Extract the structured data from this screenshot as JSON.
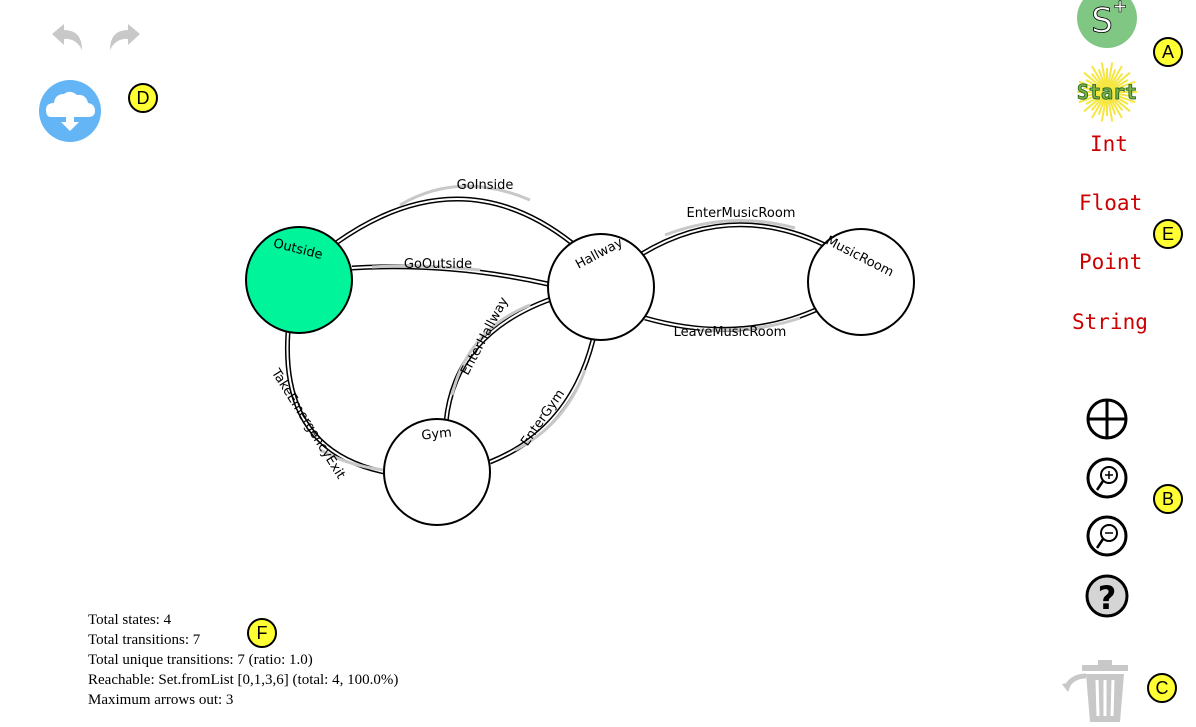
{
  "toolbar_left": {
    "undo_icon": "undo-arrow-icon",
    "redo_icon": "redo-arrow-icon",
    "save_icon": "cloud-download-icon",
    "save_color": "#64b5f6"
  },
  "toolbar_right": {
    "add_state_label": "S",
    "add_state_sup": "+",
    "add_state_color": "#81c784",
    "start_label": "Start",
    "types": [
      "Int",
      "Float",
      "Point",
      "String"
    ],
    "type_color": "#cc0000",
    "zoom_tools": [
      "crosshair-icon",
      "zoom-in-icon",
      "zoom-out-icon",
      "help-icon"
    ],
    "trash_icon": "trash-icon"
  },
  "badges": {
    "a": "A",
    "b": "B",
    "c": "C",
    "d": "D",
    "e": "E",
    "f": "F"
  },
  "graph": {
    "states": [
      {
        "id": "outside",
        "label": "Outside",
        "start": true,
        "fill": "#00f59b"
      },
      {
        "id": "hallway",
        "label": "Hallway",
        "start": false,
        "fill": "#ffffff"
      },
      {
        "id": "musicroom",
        "label": "MusicRoom",
        "start": false,
        "fill": "#ffffff"
      },
      {
        "id": "gym",
        "label": "Gym",
        "start": false,
        "fill": "#ffffff"
      }
    ],
    "transitions": [
      {
        "label": "GoInside",
        "from": "outside",
        "to": "hallway"
      },
      {
        "label": "GoOutside",
        "from": "hallway",
        "to": "outside"
      },
      {
        "label": "EnterMusicRoom",
        "from": "hallway",
        "to": "musicroom"
      },
      {
        "label": "LeaveMusicRoom",
        "from": "musicroom",
        "to": "hallway"
      },
      {
        "label": "EnterHallway",
        "from": "gym",
        "to": "hallway"
      },
      {
        "label": "EnterGym",
        "from": "hallway",
        "to": "gym"
      },
      {
        "label": "TakeEmergencyExit",
        "from": "outside",
        "to": "gym"
      }
    ]
  },
  "stats": {
    "total_states": "Total states: 4",
    "total_transitions": "Total transitions: 7",
    "unique_transitions": "Total unique transitions: 7 (ratio: 1.0)",
    "reachable": "Reachable: Set.fromList [0,1,3,6] (total: 4, 100.0%)",
    "max_arrows": "Maximum arrows out: 3"
  }
}
